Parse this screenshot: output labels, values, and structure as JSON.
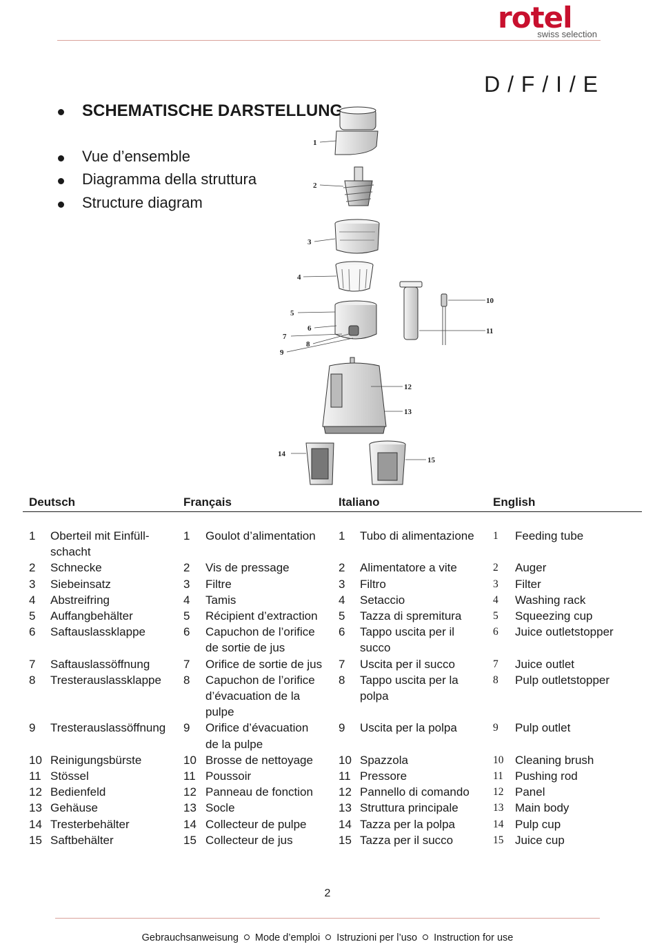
{
  "header": {
    "brand": "rotel",
    "brand_sub": "swiss selection",
    "brand_color": "#c8102e",
    "language_codes": "D / F / I / E"
  },
  "bullets": [
    "SCHEMATISCHE DARSTELLUNG",
    "Vue d’ensemble",
    "Diagramma della struttura",
    "Structure diagram"
  ],
  "diagram": {
    "callouts": [
      "1",
      "2",
      "3",
      "4",
      "5",
      "6",
      "7",
      "8",
      "9",
      "10",
      "11",
      "12",
      "13",
      "14",
      "15"
    ]
  },
  "table": {
    "headers": [
      "Deutsch",
      "Français",
      "Italiano",
      "English"
    ],
    "rows": [
      {
        "n": "1",
        "de": "Oberteil mit Einfüll-\nschacht",
        "fr": "Goulot d’alimentation",
        "it": "Tubo di alimentazione",
        "en": "Feeding tube"
      },
      {
        "n": "2",
        "de": "Schnecke",
        "fr": "Vis de pressage",
        "it": "Alimentatore a vite",
        "en": "Auger"
      },
      {
        "n": "3",
        "de": "Siebeinsatz",
        "fr": "Filtre",
        "it": "Filtro",
        "en": "Filter"
      },
      {
        "n": "4",
        "de": "Abstreifring",
        "fr": "Tamis",
        "it": "Setaccio",
        "en": "Washing rack"
      },
      {
        "n": "5",
        "de": "Auffangbehälter",
        "fr": "Récipient d’extraction",
        "it": "Tazza di spremitura",
        "en": "Squeezing cup"
      },
      {
        "n": "6",
        "de": "Saftauslassklappe",
        "fr": "Capuchon de l’orifice\nde sortie de jus",
        "it": "Tappo uscita per il\nsucco",
        "en": "Juice outletstopper"
      },
      {
        "n": "7",
        "de": "Saftauslassöffnung",
        "fr": "Orifice de sortie de jus",
        "it": "Uscita per il succo",
        "en": "Juice outlet"
      },
      {
        "n": "8",
        "de": "Tresterauslassklappe",
        "fr": "Capuchon de l’orifice\nd’évacuation de la\npulpe",
        "it": "Tappo uscita per la\npolpa",
        "en": "Pulp outletstopper"
      },
      {
        "n": "9",
        "de": "Tresterauslassöffnung",
        "fr": "Orifice d’évacuation\nde la pulpe",
        "it": "Uscita per la polpa",
        "en": "Pulp outlet"
      },
      {
        "n": "10",
        "de": "Reinigungsbürste",
        "fr": "Brosse de nettoyage",
        "it": "Spazzola",
        "en": "Cleaning brush"
      },
      {
        "n": "11",
        "de": "Stössel",
        "fr": "Poussoir",
        "it": "Pressore",
        "en": "Pushing rod"
      },
      {
        "n": "12",
        "de": "Bedienfeld",
        "fr": "Panneau de fonction",
        "it": "Pannello di comando",
        "en": "Panel"
      },
      {
        "n": "13",
        "de": "Gehäuse",
        "fr": "Socle",
        "it": "Struttura principale",
        "en": "Main body"
      },
      {
        "n": "14",
        "de": "Tresterbehälter",
        "fr": "Collecteur de pulpe",
        "it": "Tazza per la polpa",
        "en": "Pulp cup"
      },
      {
        "n": "15",
        "de": "Saftbehälter",
        "fr": "Collecteur de jus",
        "it": "Tazza per il succo",
        "en": "Juice cup"
      }
    ]
  },
  "page_number": "2",
  "footer": [
    "Gebrauchsanweisung",
    "Mode d’emploi",
    "Istruzioni per l’uso",
    "Instruction for use"
  ]
}
